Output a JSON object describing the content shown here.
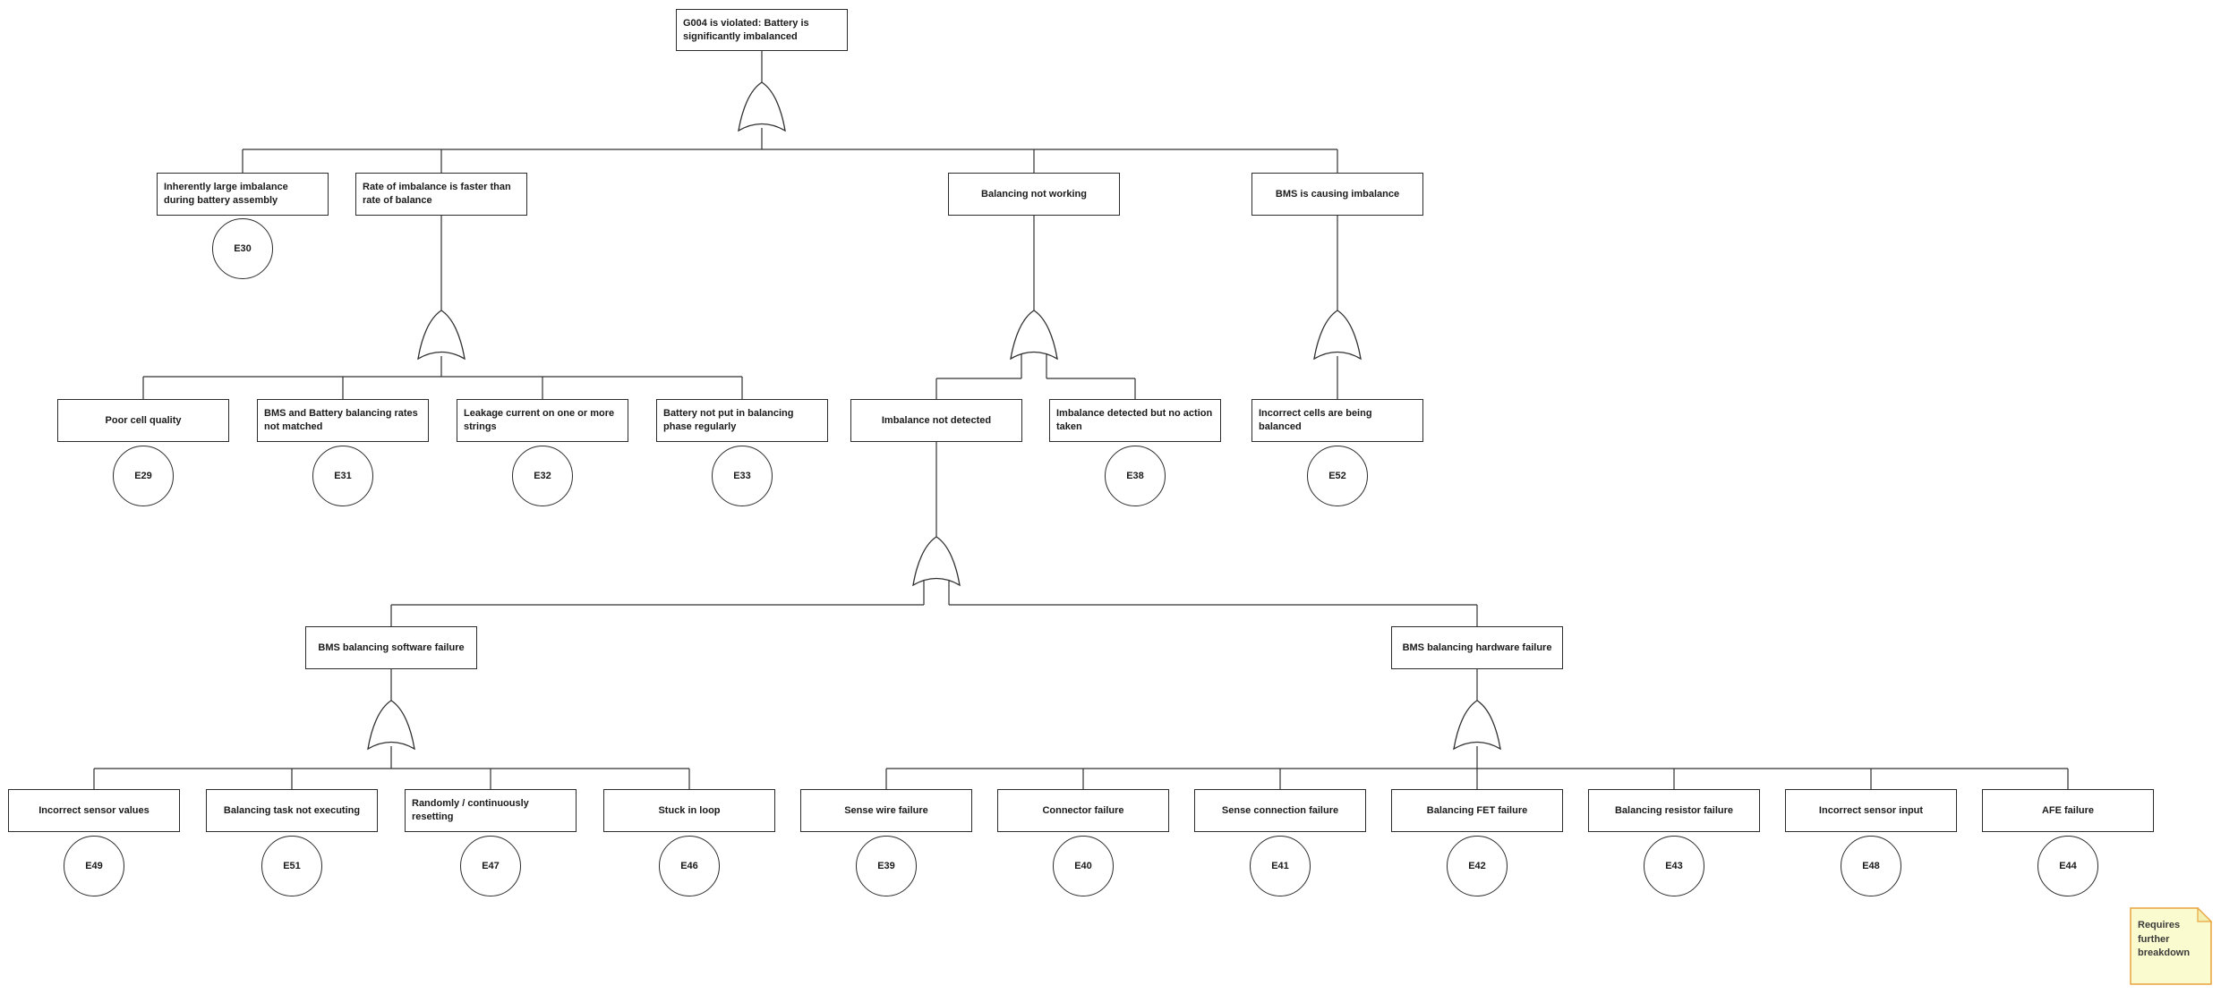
{
  "diagram": {
    "type": "fault-tree",
    "gate_type": "OR",
    "root": {
      "label": "G004 is violated: Battery is significantly imbalanced"
    },
    "branches": [
      {
        "label": "Inherently large imbalance during battery assembly",
        "event": "E30"
      },
      {
        "label": "Rate of imbalance is faster than rate of balance"
      },
      {
        "label": "Balancing not working"
      },
      {
        "label": "BMS is causing imbalance"
      }
    ],
    "rate_children": [
      {
        "label": "Poor cell quality",
        "event": "E29"
      },
      {
        "label": "BMS and Battery balancing rates not matched",
        "event": "E31"
      },
      {
        "label": "Leakage current on one or more strings",
        "event": "E32"
      },
      {
        "label": "Battery not put in balancing phase regularly",
        "event": "E33"
      }
    ],
    "balancing_children": [
      {
        "label": "Imbalance not detected"
      },
      {
        "label": "Imbalance detected but no action taken",
        "event": "E38"
      }
    ],
    "bms_children": [
      {
        "label": "Incorrect cells are being balanced",
        "event": "E52"
      }
    ],
    "detection_children": [
      {
        "label": "BMS balancing software failure"
      },
      {
        "label": "BMS balancing hardware failure"
      }
    ],
    "software_children": [
      {
        "label": "Incorrect sensor values",
        "event": "E49"
      },
      {
        "label": "Balancing task not executing",
        "event": "E51"
      },
      {
        "label": "Randomly / continuously resetting",
        "event": "E47"
      },
      {
        "label": "Stuck in loop",
        "event": "E46"
      }
    ],
    "hardware_children": [
      {
        "label": "Sense wire failure",
        "event": "E39"
      },
      {
        "label": "Connector failure",
        "event": "E40"
      },
      {
        "label": "Sense connection failure",
        "event": "E41"
      },
      {
        "label": "Balancing FET failure",
        "event": "E42"
      },
      {
        "label": "Balancing resistor failure",
        "event": "E43"
      },
      {
        "label": "Incorrect sensor input",
        "event": "E48"
      },
      {
        "label": "AFE failure",
        "event": "E44"
      }
    ]
  },
  "note": {
    "text": "Requires further breakdown"
  },
  "colors": {
    "line": "#303030",
    "box_border": "#2b2b2b",
    "text": "#1a1a1a",
    "note_bg": "#fbfbd0",
    "note_border": "#e8a33d",
    "note_fold": "#f3efae",
    "background": "#ffffff"
  }
}
